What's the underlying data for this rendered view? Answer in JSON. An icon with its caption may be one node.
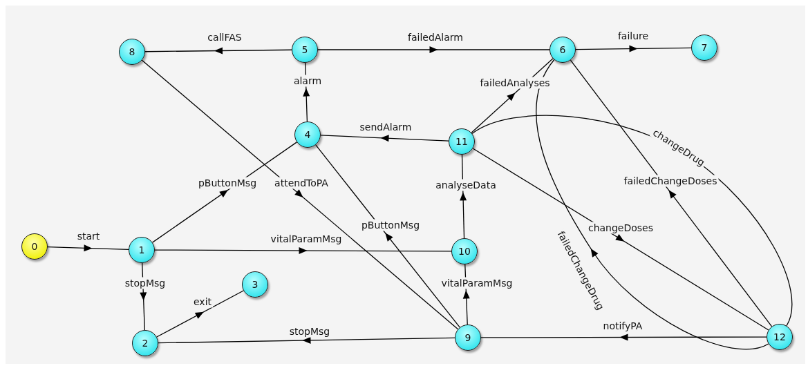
{
  "diagram": {
    "nodes": [
      {
        "text": [
          "0"
        ]
      },
      {
        "text": [
          "1"
        ]
      },
      {
        "text": [
          "2"
        ]
      },
      {
        "text": [
          "3"
        ]
      },
      {
        "text": [
          "4"
        ]
      },
      {
        "text": [
          "5"
        ]
      },
      {
        "text": [
          "6"
        ]
      },
      {
        "text": [
          "7"
        ]
      },
      {
        "text": [
          "8"
        ]
      },
      {
        "text": [
          "9"
        ]
      },
      {
        "text": [
          "10"
        ]
      },
      {
        "text": [
          "11"
        ]
      },
      {
        "text": [
          "12"
        ]
      }
    ],
    "edges": [
      {
        "from": 0,
        "to": 1,
        "arrow": "to",
        "label": "start"
      },
      {
        "from": 1,
        "to": 4,
        "arrow": "to",
        "label": "pButtonMsg"
      },
      {
        "from": 1,
        "to": 10,
        "arrow": "to",
        "label": "vitalParamMsg"
      },
      {
        "from": 1,
        "to": 2,
        "arrow": "to",
        "label": "stopMsg"
      },
      {
        "from": 2,
        "to": 3,
        "arrow": "to",
        "label": "exit"
      },
      {
        "from": 9,
        "to": 2,
        "arrow": "to",
        "label": "stopMsg"
      },
      {
        "from": 8,
        "to": 9,
        "arrow": "to",
        "label": "attendToPA"
      },
      {
        "from": 9,
        "to": 4,
        "arrow": "to",
        "label": "pButtonMsg"
      },
      {
        "from": 9,
        "to": 10,
        "arrow": "to",
        "label": "vitalParamMsg"
      },
      {
        "from": 10,
        "to": 11,
        "arrow": "to",
        "label": "analyseData"
      },
      {
        "from": 11,
        "to": 4,
        "arrow": "to",
        "label": "sendAlarm"
      },
      {
        "from": 4,
        "to": 5,
        "arrow": "to",
        "label": "alarm"
      },
      {
        "from": 5,
        "to": 8,
        "arrow": "to",
        "label": "callFAS"
      },
      {
        "from": 5,
        "to": 6,
        "arrow": "to",
        "label": "failedAlarm"
      },
      {
        "from": 6,
        "to": 7,
        "arrow": "to",
        "label": "failure"
      },
      {
        "from": 11,
        "to": 6,
        "arrow": "to",
        "label": "failedAnalyses"
      },
      {
        "from": 11,
        "to": 12,
        "arrow": "to",
        "label": "changeDrug"
      },
      {
        "from": 12,
        "to": 6,
        "arrow": "to",
        "label": "failedChangeDoses"
      },
      {
        "from": 11,
        "to": 12,
        "arrow": "to",
        "label": "changeDoses"
      },
      {
        "from": 12,
        "to": 6,
        "arrow": "to",
        "label": "failedChangeDrug"
      },
      {
        "from": 12,
        "to": 9,
        "arrow": "to",
        "label": "notifyPA"
      }
    ]
  }
}
